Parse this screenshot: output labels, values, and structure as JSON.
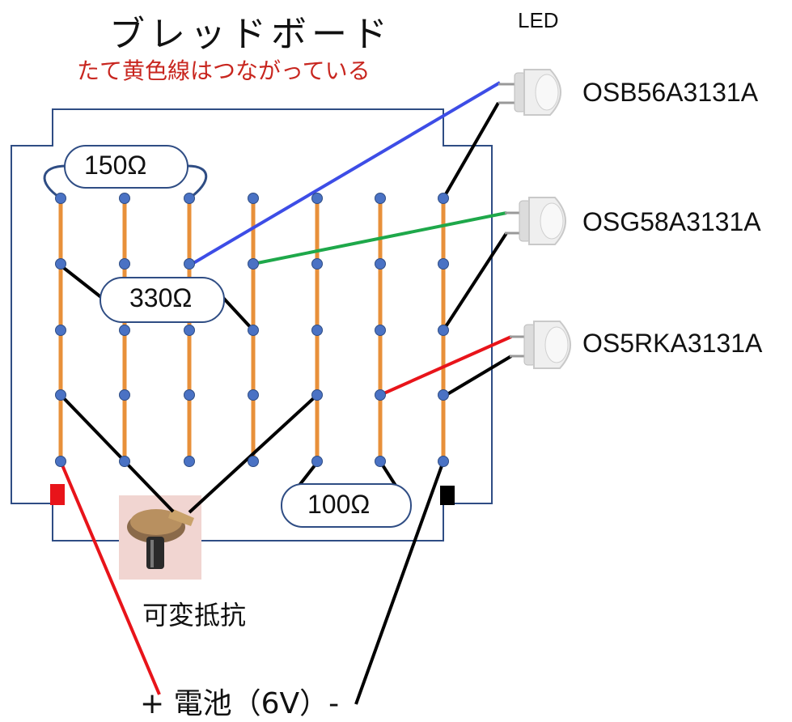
{
  "breadboard": {
    "title": "ブレッドボード",
    "note": "たて黄色線はつながっている",
    "note_color": "#c8261f",
    "strip_color": "#e8903a",
    "hole_color": "#4a72c4",
    "rail_plus_color": "#e8141a",
    "rail_minus_color": "#000000"
  },
  "leds": {
    "heading": "LED",
    "items": [
      {
        "name": "OSB56A3131A",
        "wire_color": "#3d4de6"
      },
      {
        "name": "OSG58A3131A",
        "wire_color": "#1ea84a"
      },
      {
        "name": "OS5RKA3131A",
        "wire_color": "#e8141a"
      }
    ]
  },
  "resistors": [
    {
      "label": "150Ω"
    },
    {
      "label": "330Ω"
    },
    {
      "label": "100Ω"
    }
  ],
  "potentiometer": {
    "label": "可変抵抗"
  },
  "battery": {
    "label": "+ 電池（6V）-"
  }
}
